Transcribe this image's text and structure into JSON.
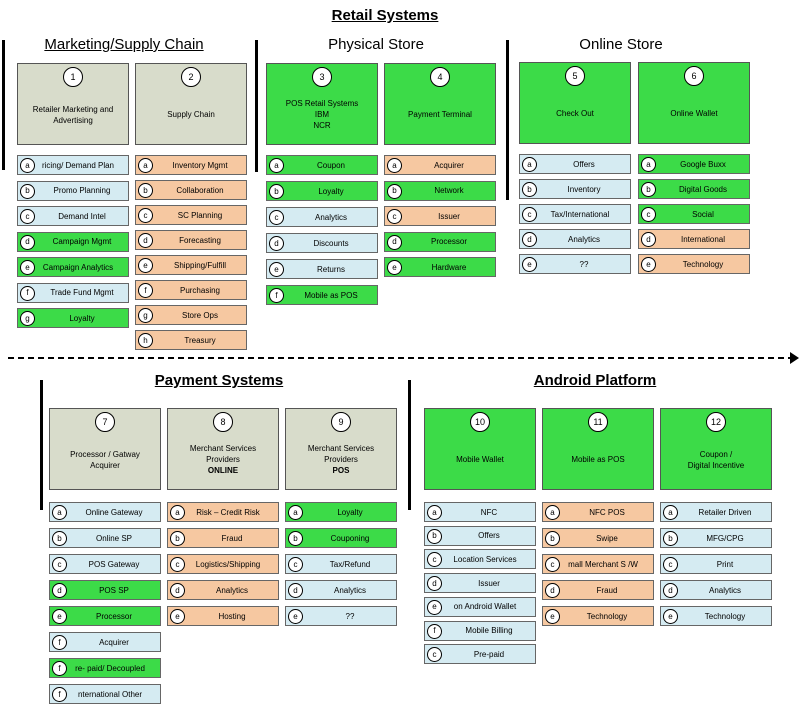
{
  "title": "Retail Systems",
  "colors": {
    "grey": "#d8dccb",
    "green": "#3cdb48",
    "blue": "#d5ebf2",
    "orange": "#f6c8a1"
  },
  "sections": {
    "marketing": "Marketing/Supply Chain",
    "physical": "Physical Store",
    "online": "Online Store",
    "payment": "Payment Systems",
    "android": "Android Platform"
  },
  "columns": [
    {
      "num": "1",
      "lines": [
        "Retailer Marketing and",
        "Advertising"
      ],
      "items": [
        {
          "letter": "a",
          "label": "ricing/ Demand Plan"
        },
        {
          "letter": "b",
          "label": "Promo Planning"
        },
        {
          "letter": "c",
          "label": "Demand Intel"
        },
        {
          "letter": "d",
          "label": "Campaign Mgmt"
        },
        {
          "letter": "e",
          "label": "Campaign Analytics"
        },
        {
          "letter": "f",
          "label": "Trade Fund Mgmt"
        },
        {
          "letter": "g",
          "label": "Loyalty"
        }
      ]
    },
    {
      "num": "2",
      "lines": [
        "Supply Chain"
      ],
      "items": [
        {
          "letter": "a",
          "label": "Inventory Mgmt"
        },
        {
          "letter": "b",
          "label": "Collaboration"
        },
        {
          "letter": "c",
          "label": "SC Planning"
        },
        {
          "letter": "d",
          "label": "Forecasting"
        },
        {
          "letter": "e",
          "label": "Shipping/Fulfill"
        },
        {
          "letter": "f",
          "label": "Purchasing"
        },
        {
          "letter": "g",
          "label": "Store Ops"
        },
        {
          "letter": "h",
          "label": "Treasury"
        }
      ]
    },
    {
      "num": "3",
      "lines": [
        "POS Retail Systems",
        "IBM",
        "NCR"
      ],
      "items": [
        {
          "letter": "a",
          "label": "Coupon"
        },
        {
          "letter": "b",
          "label": "Loyalty"
        },
        {
          "letter": "c",
          "label": "Analytics"
        },
        {
          "letter": "d",
          "label": "Discounts"
        },
        {
          "letter": "e",
          "label": "Returns"
        },
        {
          "letter": "f",
          "label": "Mobile as POS"
        }
      ]
    },
    {
      "num": "4",
      "lines": [
        "Payment Terminal"
      ],
      "items": [
        {
          "letter": "a",
          "label": "Acquirer"
        },
        {
          "letter": "b",
          "label": "Network"
        },
        {
          "letter": "c",
          "label": "Issuer"
        },
        {
          "letter": "d",
          "label": "Processor"
        },
        {
          "letter": "e",
          "label": "Hardware"
        }
      ]
    },
    {
      "num": "5",
      "lines": [
        "Check Out"
      ],
      "items": [
        {
          "letter": "a",
          "label": "Offers"
        },
        {
          "letter": "b",
          "label": "Inventory"
        },
        {
          "letter": "c",
          "label": "Tax/International"
        },
        {
          "letter": "d",
          "label": "Analytics"
        },
        {
          "letter": "e",
          "label": "??"
        }
      ]
    },
    {
      "num": "6",
      "lines": [
        "Online Wallet"
      ],
      "items": [
        {
          "letter": "a",
          "label": "Google Buxx"
        },
        {
          "letter": "b",
          "label": "Digital Goods"
        },
        {
          "letter": "c",
          "label": "Social"
        },
        {
          "letter": "d",
          "label": "International"
        },
        {
          "letter": "e",
          "label": "Technology"
        }
      ]
    },
    {
      "num": "7",
      "lines": [
        "Processor / Gatway",
        "Acquirer"
      ],
      "items": [
        {
          "letter": "a",
          "label": "Online Gateway"
        },
        {
          "letter": "b",
          "label": "Online SP"
        },
        {
          "letter": "c",
          "label": "POS Gateway"
        },
        {
          "letter": "d",
          "label": "POS SP"
        },
        {
          "letter": "e",
          "label": "Processor"
        },
        {
          "letter": "f",
          "label": "Acquirer"
        },
        {
          "letter": "f",
          "label": "re- paid/ Decoupled"
        },
        {
          "letter": "f",
          "label": "nternational Other"
        }
      ]
    },
    {
      "num": "8",
      "lines": [
        "Merchant Services",
        "Providers"
      ],
      "strong": "ONLINE",
      "items": [
        {
          "letter": "a",
          "label": "Risk  – Credit Risk"
        },
        {
          "letter": "b",
          "label": "Fraud"
        },
        {
          "letter": "c",
          "label": "Logistics/Shipping"
        },
        {
          "letter": "d",
          "label": "Analytics"
        },
        {
          "letter": "e",
          "label": "Hosting"
        }
      ]
    },
    {
      "num": "9",
      "lines": [
        "Merchant Services",
        "Providers"
      ],
      "strong": "POS",
      "items": [
        {
          "letter": "a",
          "label": "Loyalty"
        },
        {
          "letter": "b",
          "label": "Couponing"
        },
        {
          "letter": "c",
          "label": "Tax/Refund"
        },
        {
          "letter": "d",
          "label": "Analytics"
        },
        {
          "letter": "e",
          "label": "??"
        }
      ]
    },
    {
      "num": "10",
      "lines": [
        "Mobile Wallet"
      ],
      "items": [
        {
          "letter": "a",
          "label": "NFC"
        },
        {
          "letter": "b",
          "label": "Offers"
        },
        {
          "letter": "c",
          "label": "Location Services"
        },
        {
          "letter": "d",
          "label": "Issuer"
        },
        {
          "letter": "e",
          "label": "on Android Wallet"
        },
        {
          "letter": "f",
          "label": "Mobile Billing"
        },
        {
          "letter": "c",
          "label": "Pre-paid"
        }
      ]
    },
    {
      "num": "11",
      "lines": [
        "Mobile as POS"
      ],
      "items": [
        {
          "letter": "a",
          "label": "NFC POS"
        },
        {
          "letter": "b",
          "label": "Swipe"
        },
        {
          "letter": "c",
          "label": "mall Merchant S /W"
        },
        {
          "letter": "d",
          "label": "Fraud"
        },
        {
          "letter": "e",
          "label": "Technology"
        }
      ]
    },
    {
      "num": "12",
      "lines": [
        "Coupon /",
        "Digital Incentive"
      ],
      "items": [
        {
          "letter": "a",
          "label": "Retailer Driven"
        },
        {
          "letter": "b",
          "label": "MFG/CPG"
        },
        {
          "letter": "c",
          "label": "Print"
        },
        {
          "letter": "d",
          "label": "Analytics"
        },
        {
          "letter": "e",
          "label": "Technology"
        }
      ]
    }
  ]
}
